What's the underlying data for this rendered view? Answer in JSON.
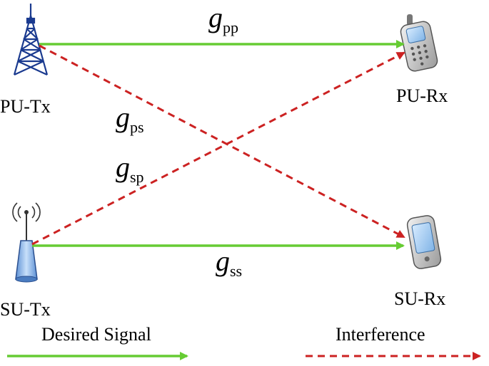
{
  "nodes": {
    "pu_tx": "PU-Tx",
    "pu_rx": "PU-Rx",
    "su_tx": "SU-Tx",
    "su_rx": "SU-Rx"
  },
  "gains": {
    "pp": {
      "symbol": "g",
      "sub": "pp"
    },
    "ps": {
      "symbol": "g",
      "sub": "ps"
    },
    "sp": {
      "symbol": "g",
      "sub": "sp"
    },
    "ss": {
      "symbol": "g",
      "sub": "ss"
    }
  },
  "legend": {
    "desired": "Desired Signal",
    "interference": "Interference"
  },
  "colors": {
    "desired": "#66cc33",
    "interference": "#cc2222",
    "tower": "#1a3a8f",
    "antenna_body": "#8fb8e8"
  }
}
